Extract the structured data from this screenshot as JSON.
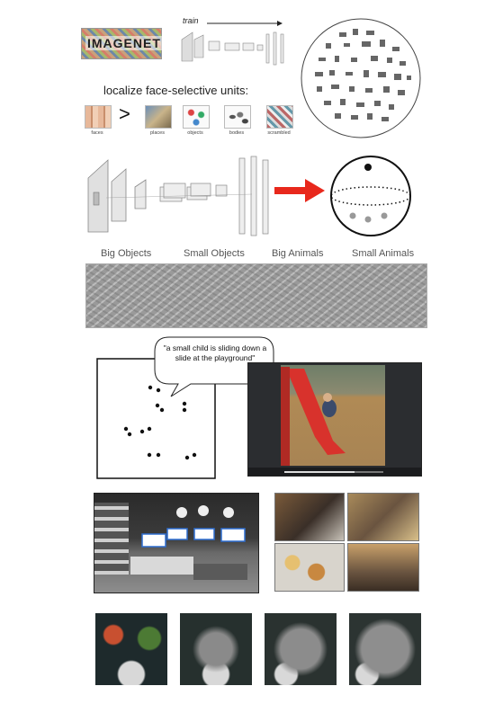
{
  "row1": {
    "logo_text": "IMAGENET",
    "train_label": "train",
    "localize_title": "localize face-selective units:",
    "comparison_symbol": ">",
    "categories": [
      "faces",
      "places",
      "objects",
      "bodies",
      "scrambled"
    ]
  },
  "row3": {
    "categories": [
      "Big Objects",
      "Small Objects",
      "Big Animals",
      "Small Animals"
    ]
  },
  "row4": {
    "caption": "\"a small child is sliding down a slide at the playground\""
  },
  "colors": {
    "arrow": "#e8281c",
    "network": "#e4e4e4",
    "network_edge": "#9a9a9a"
  }
}
